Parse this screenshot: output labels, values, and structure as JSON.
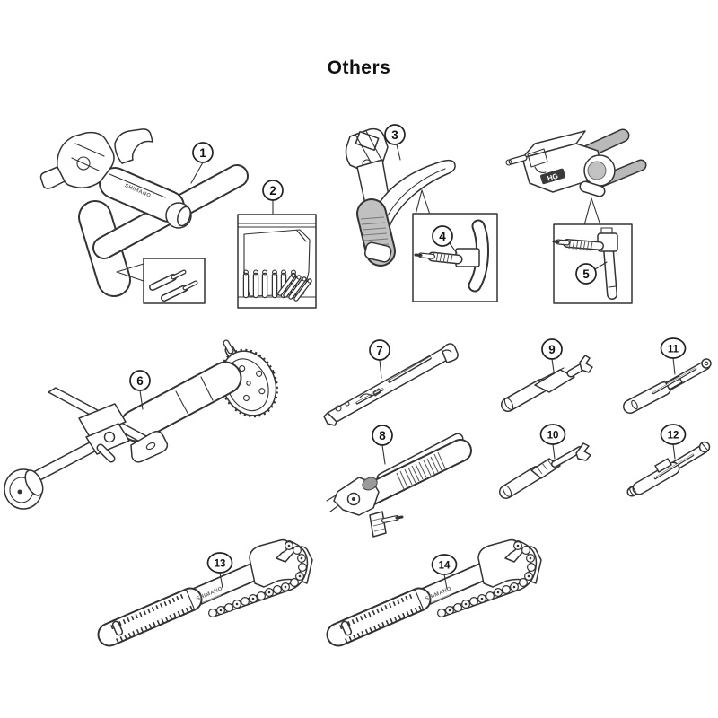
{
  "page": {
    "title": "Others"
  },
  "diagram": {
    "brand_label": "SHIMANO",
    "hg_label": "HG",
    "colors": {
      "ink": "#333333",
      "grip_gray": "#c0c0c0",
      "handle_gray": "#b9b9b9",
      "background": "#ffffff"
    },
    "balloons": [
      {
        "number": "1"
      },
      {
        "number": "2"
      },
      {
        "number": "3"
      },
      {
        "number": "4"
      },
      {
        "number": "5"
      },
      {
        "number": "6"
      },
      {
        "number": "7"
      },
      {
        "number": "8"
      },
      {
        "number": "9"
      },
      {
        "number": "10"
      },
      {
        "number": "11"
      },
      {
        "number": "12"
      },
      {
        "number": "13"
      },
      {
        "number": "14"
      }
    ]
  }
}
